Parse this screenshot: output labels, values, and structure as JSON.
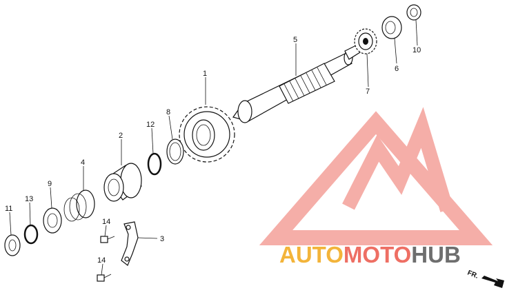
{
  "callouts": {
    "c1": "1",
    "c2": "2",
    "c3": "3",
    "c4": "4",
    "c5": "5",
    "c6": "6",
    "c7": "7",
    "c8": "8",
    "c9": "9",
    "c10": "10",
    "c11": "11",
    "c12": "12",
    "c13": "13",
    "c14a": "14",
    "c14b": "14"
  },
  "watermark": {
    "part1": "AUTO",
    "part2": "MOTO",
    "part3": "HUB",
    "colors": {
      "auto": "#f3b43a",
      "moto": "#ee6f64",
      "hub": "#6e6e6e",
      "logo": "#f4a09a"
    }
  },
  "direction_label": "FR."
}
